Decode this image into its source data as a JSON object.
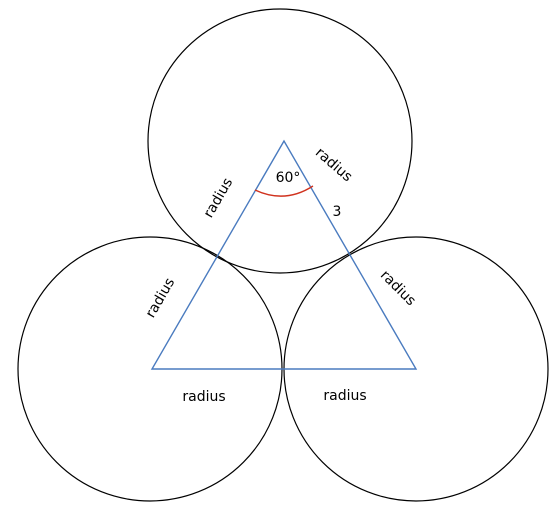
{
  "labels": {
    "angle": "60°",
    "side_value": "3",
    "radius_top_left": "radius",
    "radius_top_right": "radius",
    "radius_left_side": "radius",
    "radius_right_side": "radius",
    "radius_bottom_left": "radius",
    "radius_bottom_right": "radius"
  },
  "colors": {
    "circle_stroke": "#000000",
    "triangle_stroke": "#4a7bbf",
    "angle_arc": "#d0321e"
  }
}
